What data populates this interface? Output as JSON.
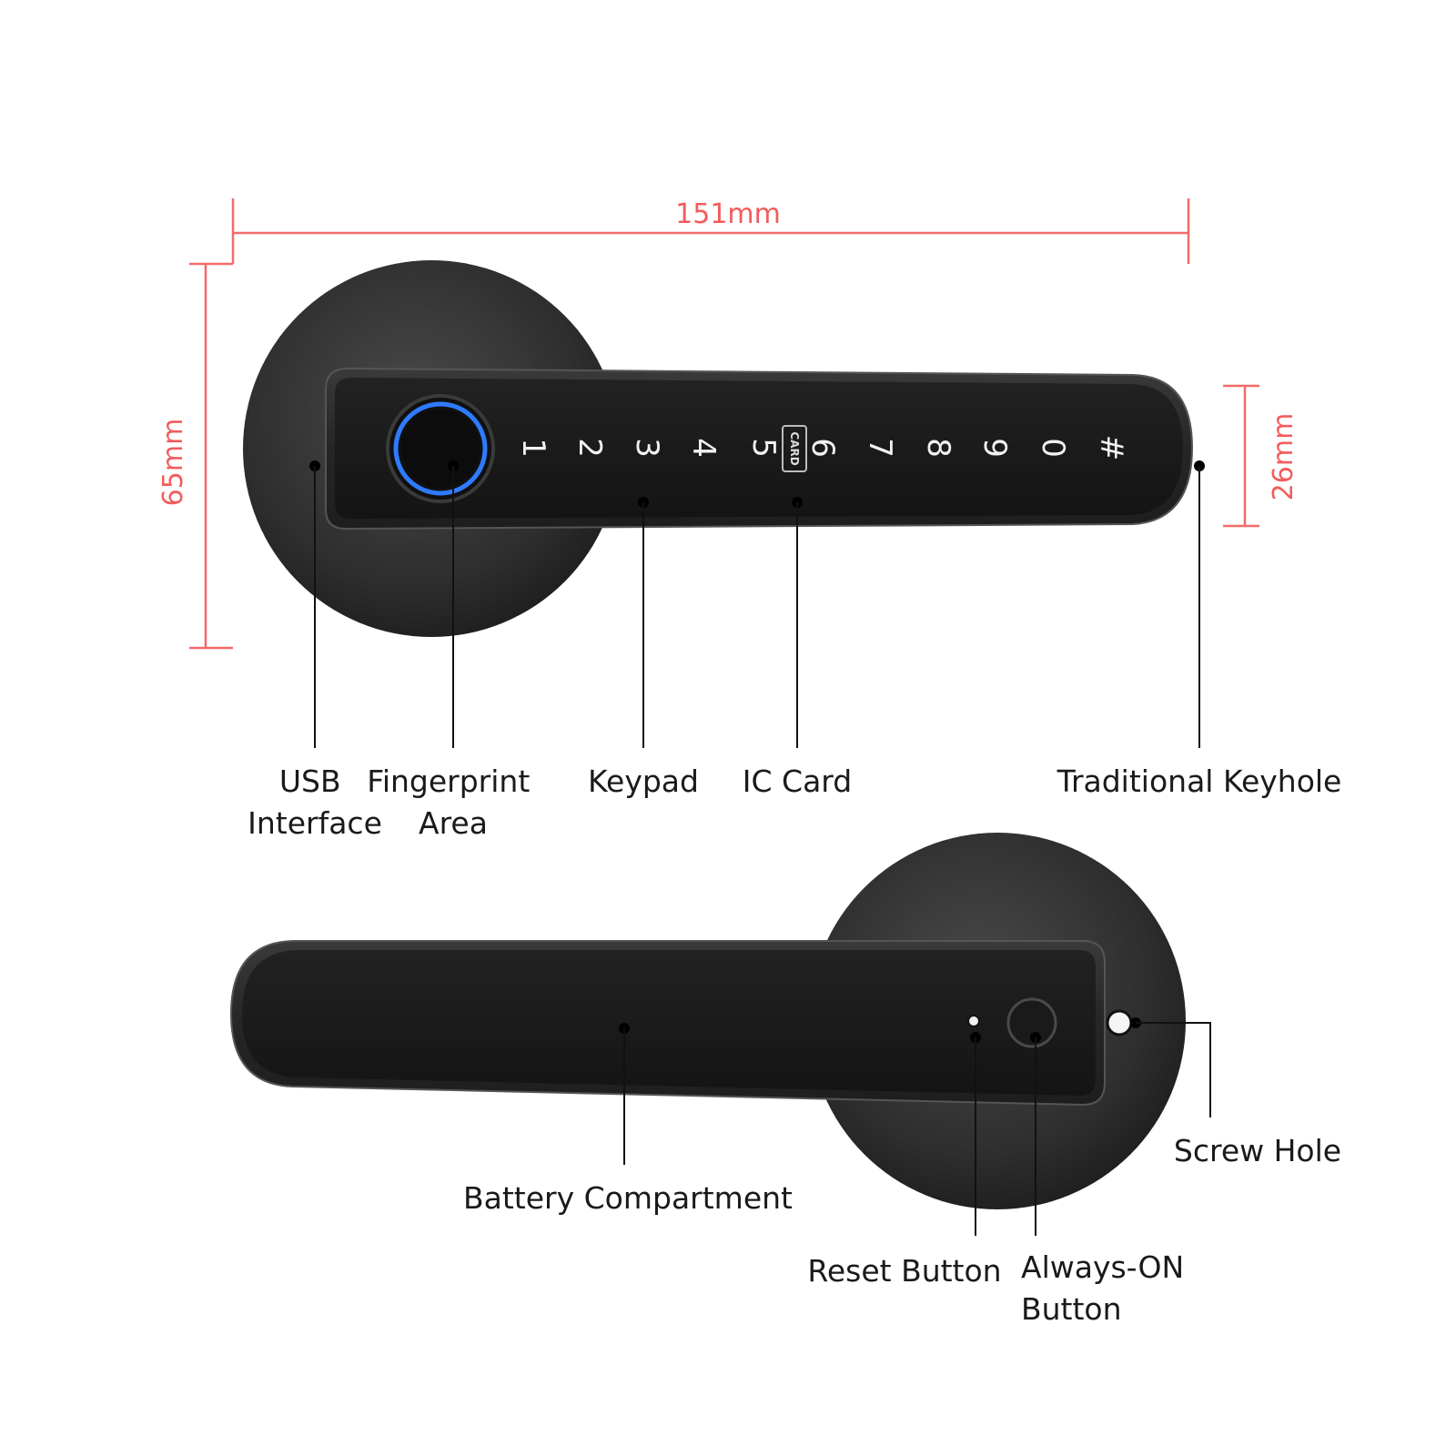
{
  "dimensions": {
    "width": "151mm",
    "height": "65mm",
    "handle_height": "26mm"
  },
  "keypad": {
    "keys": [
      "1",
      "2",
      "3",
      "4",
      "5",
      "6",
      "7",
      "8",
      "9",
      "0",
      "#"
    ],
    "card_mark": "CARD"
  },
  "front_labels": {
    "usb_line1": "USB",
    "usb_line2": "Interface",
    "fingerprint_line1": "Fingerprint",
    "fingerprint_line2": "Area",
    "keypad": "Keypad",
    "ic_card": "IC Card",
    "keyhole": "Traditional Keyhole"
  },
  "back_labels": {
    "battery": "Battery Compartment",
    "screw_hole": "Screw Hole",
    "reset": "Reset Button",
    "always_on_line1": "Always-ON",
    "always_on_line2": "Button"
  },
  "colors": {
    "dimension": "#f26b6b",
    "body": "#2b2b2b",
    "fingerprint_ring": "#2f7bff"
  }
}
